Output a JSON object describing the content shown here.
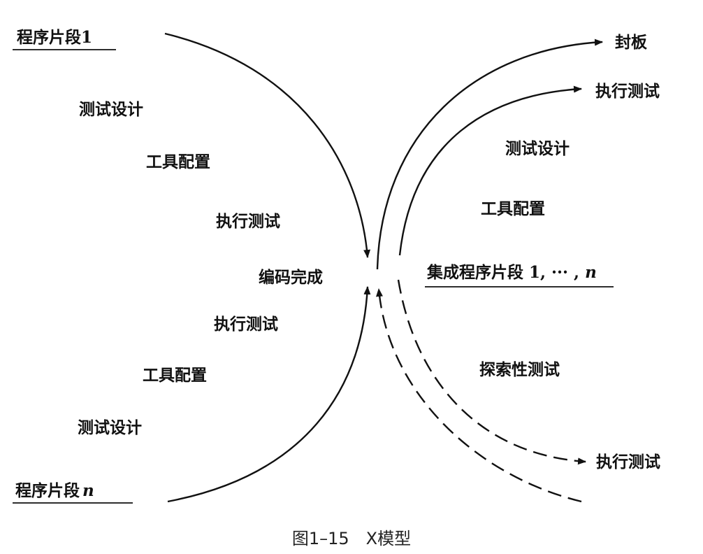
{
  "labels": {
    "segment_1": "程序片段1",
    "segment_n_prefix": "程序片段",
    "segment_n_var": "n",
    "left_upper_design": "测试设计",
    "left_upper_tool": "工具配置",
    "left_upper_exec": "执行测试",
    "coding_done": "编码完成",
    "left_lower_exec": "执行测试",
    "left_lower_tool": "工具配置",
    "left_lower_design": "测试设计",
    "seal": "封板",
    "right_upper_exec": "执行测试",
    "right_design": "测试设计",
    "right_tool": "工具配置",
    "integrate_prefix": "集成程序片段 1, ··· , ",
    "integrate_var": "n",
    "exploratory": "探索性测试",
    "right_lower_exec": "执行测试"
  },
  "caption": "图1–15　X模型"
}
